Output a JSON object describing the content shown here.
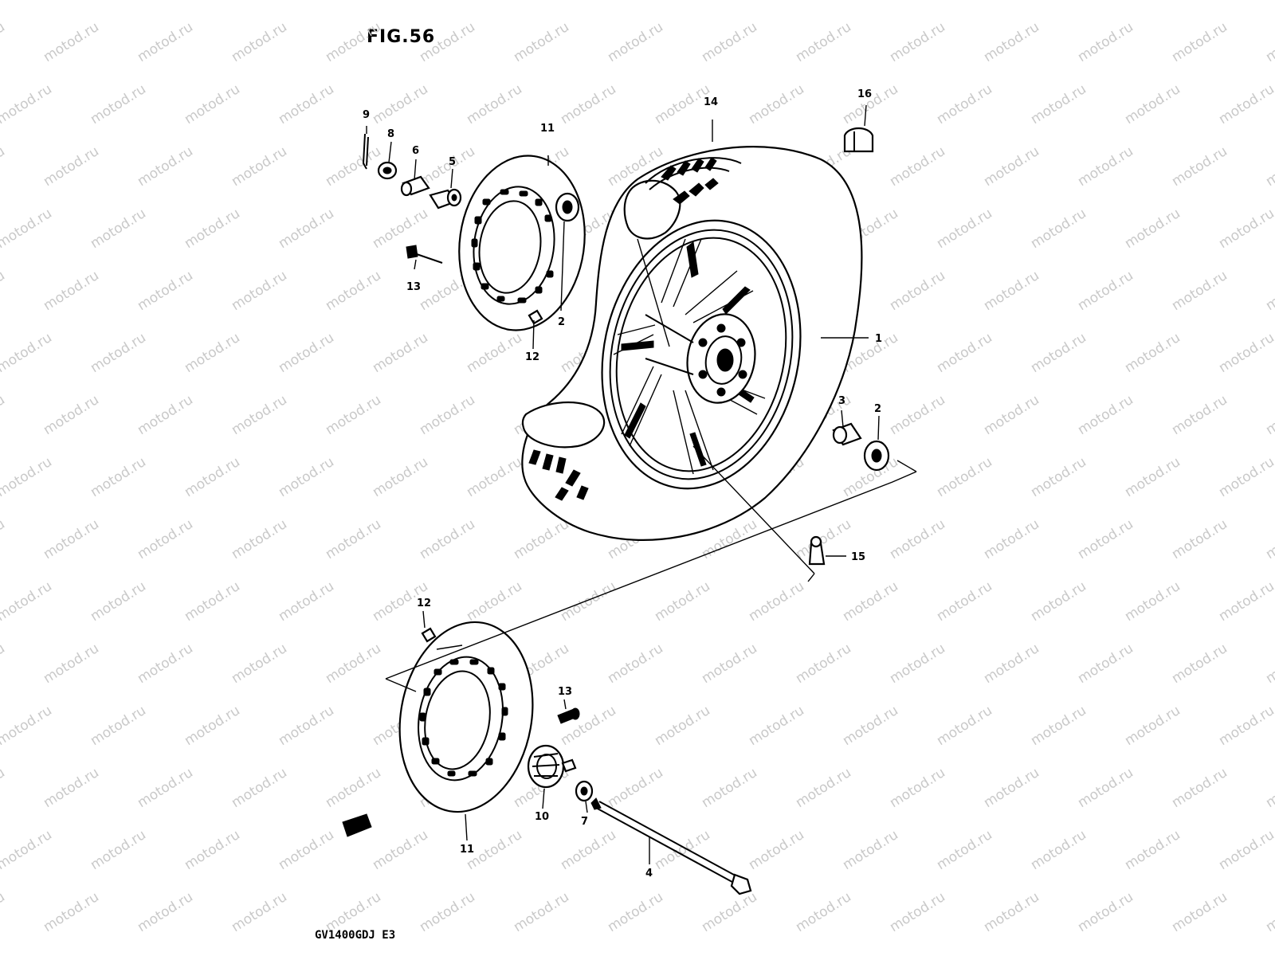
{
  "figure": {
    "title": "FIG.56",
    "model_code": "GV1400GDJ E3",
    "watermark": "motod.ru"
  },
  "callouts": [
    {
      "id": "callout-1",
      "label": "1"
    },
    {
      "id": "callout-2-upper",
      "label": "2"
    },
    {
      "id": "callout-2-right",
      "label": "2"
    },
    {
      "id": "callout-3",
      "label": "3"
    },
    {
      "id": "callout-4",
      "label": "4"
    },
    {
      "id": "callout-5",
      "label": "5"
    },
    {
      "id": "callout-6",
      "label": "6"
    },
    {
      "id": "callout-7",
      "label": "7"
    },
    {
      "id": "callout-8",
      "label": "8"
    },
    {
      "id": "callout-9",
      "label": "9"
    },
    {
      "id": "callout-10",
      "label": "10"
    },
    {
      "id": "callout-11-upper",
      "label": "11"
    },
    {
      "id": "callout-11-lower",
      "label": "11"
    },
    {
      "id": "callout-12-upper",
      "label": "12"
    },
    {
      "id": "callout-12-lower",
      "label": "12"
    },
    {
      "id": "callout-13-upper",
      "label": "13"
    },
    {
      "id": "callout-13-lower",
      "label": "13"
    },
    {
      "id": "callout-14",
      "label": "14"
    },
    {
      "id": "callout-15",
      "label": "15"
    },
    {
      "id": "callout-16",
      "label": "16"
    }
  ]
}
